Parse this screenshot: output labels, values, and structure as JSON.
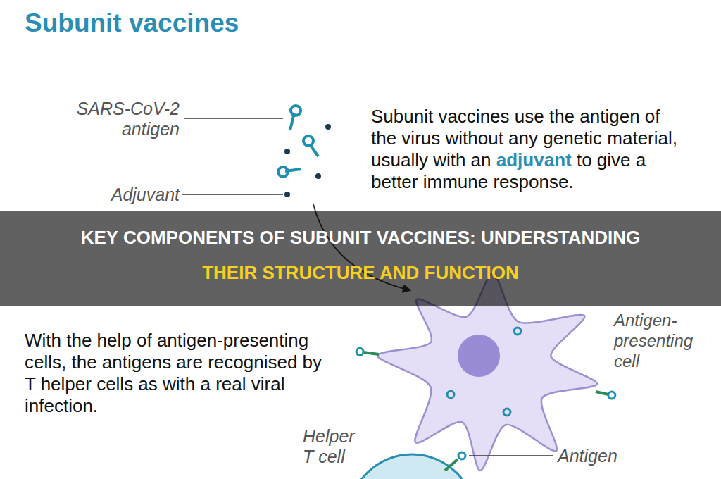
{
  "diagram": {
    "title": "Subunit vaccines",
    "labels": [
      "SARS-CoV-2 antigen",
      "Subunit vaccines use the antigen of the virus without any genetic material, usually with an",
      "adjuvant",
      "to give a better immune response.",
      "Adjuvant",
      "KEY COMPONENTS OF SUBUNIT VACCINES: UNDERSTANDING",
      "THEIR STRUCTURE AND FUNCTION",
      "Antigen-presenting cell",
      "With the help of antigen-presenting cells, the antigens are recognised by T helper cells as with a real viral infection.",
      "Helper T cell",
      "Antigen"
    ]
  }
}
